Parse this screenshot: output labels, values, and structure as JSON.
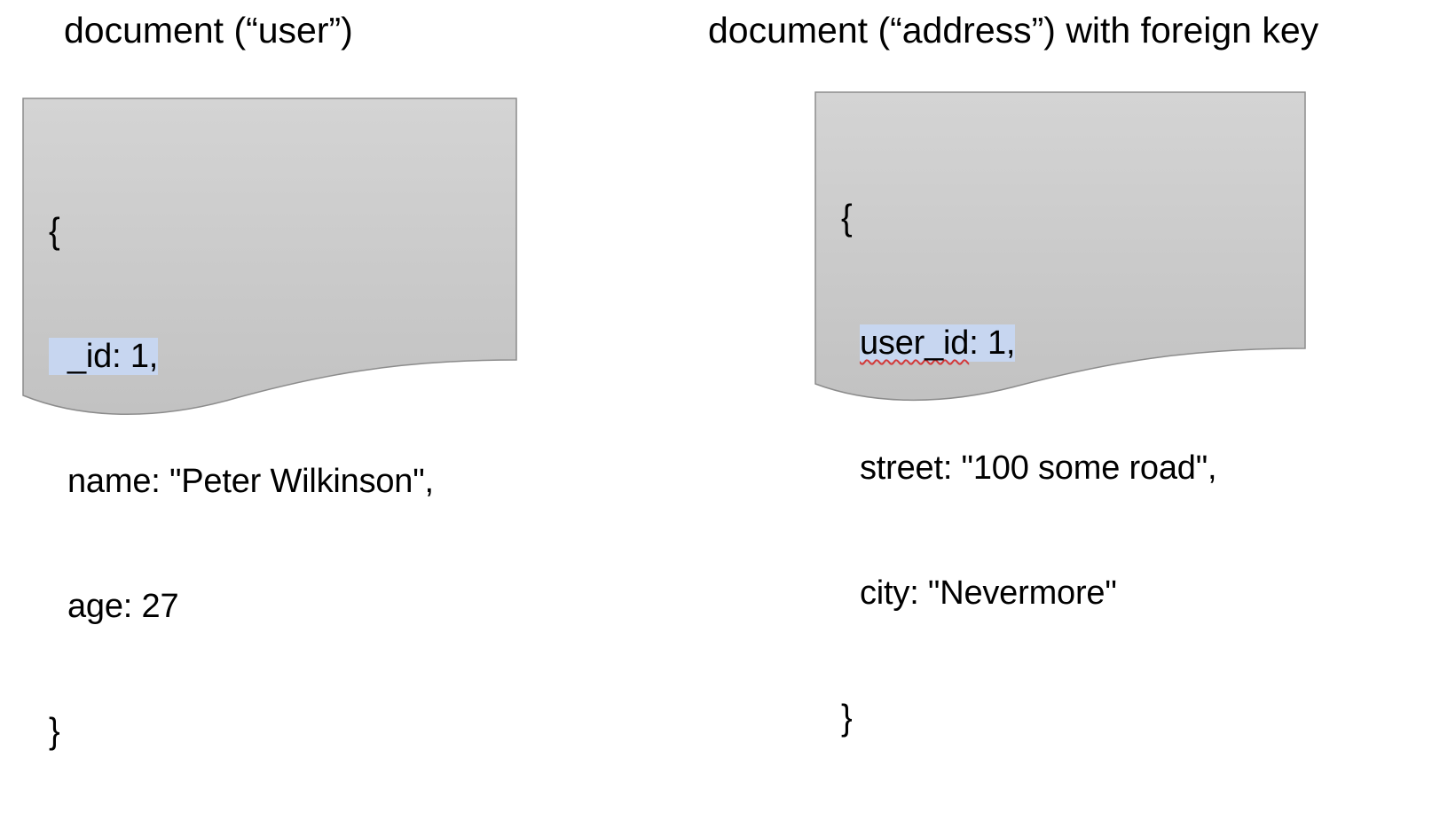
{
  "diagram": {
    "user_document": {
      "title": "document (“user”)",
      "open_brace": "{",
      "fields": [
        {
          "text": "_id: 1,",
          "highlighted": true
        },
        {
          "text": "name: \"Peter Wilkinson\",",
          "highlighted": false
        },
        {
          "text": "age: 27",
          "highlighted": false
        }
      ],
      "close_brace": "}"
    },
    "address_document": {
      "title": "document (“address”) with foreign key",
      "open_brace": "{",
      "fields": [
        {
          "key": "user_id",
          "rest": ": 1,",
          "highlighted": true,
          "spellcheck_underline": true
        },
        {
          "text": "street: \"100 some road\",",
          "highlighted": false
        },
        {
          "text": "city: \"Nevermore\"",
          "highlighted": false
        }
      ],
      "close_brace": "}"
    },
    "colors": {
      "card_fill_top": "#d4d4d4",
      "card_fill_bottom": "#c2c2c2",
      "card_stroke": "#8c8c8c",
      "highlight": "#c7d6f0",
      "spellcheck": "#d23a3a"
    }
  }
}
